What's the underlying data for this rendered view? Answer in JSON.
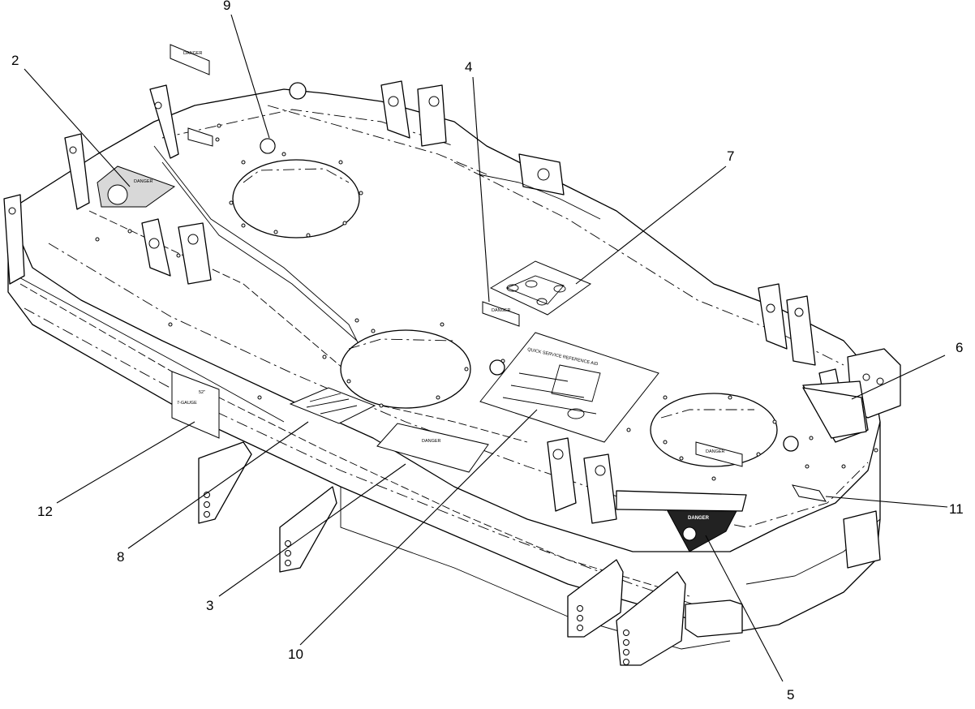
{
  "diagram": {
    "callouts": [
      {
        "id": "c9",
        "label": "9"
      },
      {
        "id": "c2",
        "label": "2"
      },
      {
        "id": "c4",
        "label": "4"
      },
      {
        "id": "c7",
        "label": "7"
      },
      {
        "id": "c6",
        "label": "6"
      },
      {
        "id": "c11",
        "label": "11"
      },
      {
        "id": "c12",
        "label": "12"
      },
      {
        "id": "c8",
        "label": "8"
      },
      {
        "id": "c3",
        "label": "3"
      },
      {
        "id": "c10",
        "label": "10"
      },
      {
        "id": "c5",
        "label": "5"
      }
    ],
    "decals": {
      "danger_top": "DANGER",
      "danger_left": "DANGER",
      "danger_center_small": "DANGER",
      "danger_large": "DANGER",
      "danger_right": "DANGER",
      "danger_badge": "DANGER",
      "service_reference": "QUICK SERVICE REFERENCE AID",
      "size_badge_top": "52\"",
      "size_badge_bottom": "7-GAUGE"
    },
    "colors": {
      "line": "#000000",
      "background": "#ffffff"
    }
  }
}
